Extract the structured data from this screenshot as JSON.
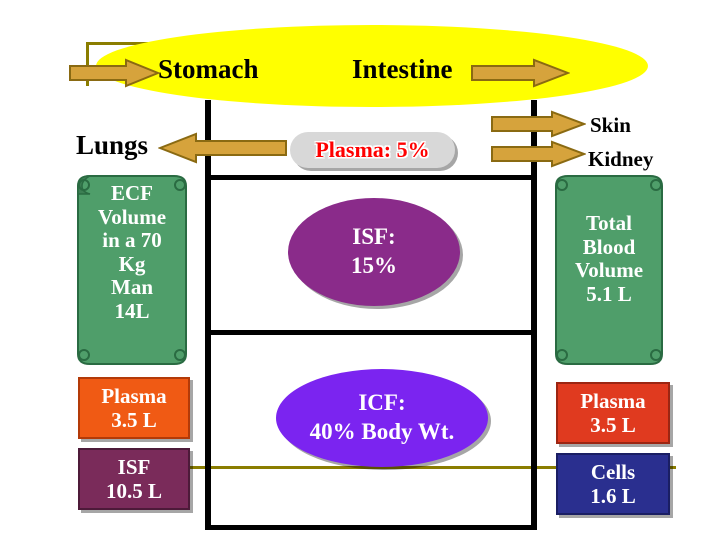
{
  "diagram": {
    "title_elements": {
      "stomach": "Stomach",
      "intestine": "Intestine",
      "lungs": "Lungs",
      "skin": "Skin",
      "kidney": "Kidney"
    },
    "plasma_pill": "Plasma: 5%",
    "ecf_scroll": {
      "lines": [
        "ECF",
        "Volume",
        "in a 70",
        "Kg",
        "Man",
        "14L"
      ],
      "text": "ECF Volume in a 70 Kg Man 14L"
    },
    "blood_scroll": {
      "lines": [
        "Total",
        "Blood",
        "Volume",
        "5.1 L"
      ],
      "text": "Total Blood Volume 5.1 L"
    },
    "isf_ellipse": {
      "line1": "ISF:",
      "line2": "15%"
    },
    "icf_ellipse": {
      "line1": "ICF:",
      "line2": "40% Body Wt."
    },
    "boxes": [
      {
        "name": "plasma-left",
        "line1": "Plasma",
        "line2": "3.5 L",
        "color": "#f05a14"
      },
      {
        "name": "isf-left",
        "line1": "ISF",
        "line2": "10.5 L",
        "color": "#7a2b5a"
      },
      {
        "name": "plasma-right",
        "line1": "Plasma",
        "line2": "3.5 L",
        "color": "#e03a1f"
      },
      {
        "name": "cells-right",
        "line1": "Cells",
        "line2": "1.6 L",
        "color": "#2a2f8f"
      }
    ],
    "arrows": [
      {
        "name": "arrow-into-stomach",
        "direction": "right"
      },
      {
        "name": "arrow-out-intestine",
        "direction": "right"
      },
      {
        "name": "arrow-to-lungs",
        "direction": "left"
      },
      {
        "name": "arrow-to-skin",
        "direction": "right"
      },
      {
        "name": "arrow-to-kidney",
        "direction": "right"
      }
    ],
    "colors": {
      "ellipse_yellow": "#ffff00",
      "scroll_green": "#4f9e6a",
      "isf_purple": "#8a2b8a",
      "icf_violet": "#7b24f0",
      "arrow_gold": "#d6a33c",
      "frame_black": "#000000",
      "line_olive": "#8a7d00"
    }
  }
}
